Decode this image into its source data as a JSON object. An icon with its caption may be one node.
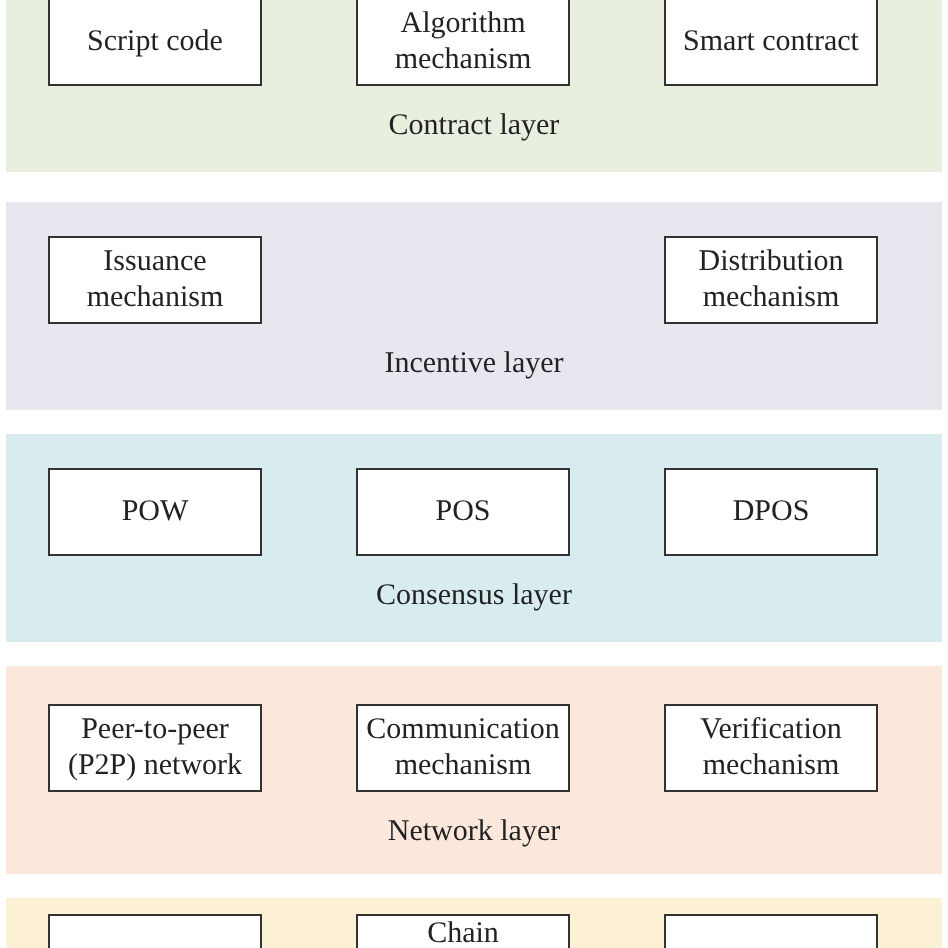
{
  "diagram": {
    "nodes": [
      {
        "text": [
          "Contract layer"
        ]
      },
      {
        "text": [
          "Script code"
        ],
        "in": 0
      },
      {
        "text": [
          "Algorithm mechanism"
        ],
        "in": 0
      },
      {
        "text": [
          "Smart contract"
        ],
        "in": 0
      },
      {
        "text": [
          "Incentive layer"
        ]
      },
      {
        "text": [
          "Issuance mechanism"
        ],
        "in": 4
      },
      {
        "text": [
          "Distribution mechanism"
        ],
        "in": 4
      },
      {
        "text": [
          "Consensus layer"
        ]
      },
      {
        "text": [
          "POW"
        ],
        "in": 7
      },
      {
        "text": [
          "POS"
        ],
        "in": 7
      },
      {
        "text": [
          "DPOS"
        ],
        "in": 7
      },
      {
        "text": [
          "Network layer"
        ]
      },
      {
        "text": [
          "Peer-to-peer (P2P) network"
        ],
        "in": 11
      },
      {
        "text": [
          "Communication mechanism"
        ],
        "in": 11
      },
      {
        "text": [
          "Verification mechanism"
        ],
        "in": 11
      },
      {
        "text": [],
        "shape": "box"
      },
      {
        "text": [],
        "shape": "box",
        "in": 15
      },
      {
        "text": [
          "Chain"
        ],
        "in": 15
      },
      {
        "text": [],
        "shape": "box",
        "in": 15
      }
    ]
  }
}
